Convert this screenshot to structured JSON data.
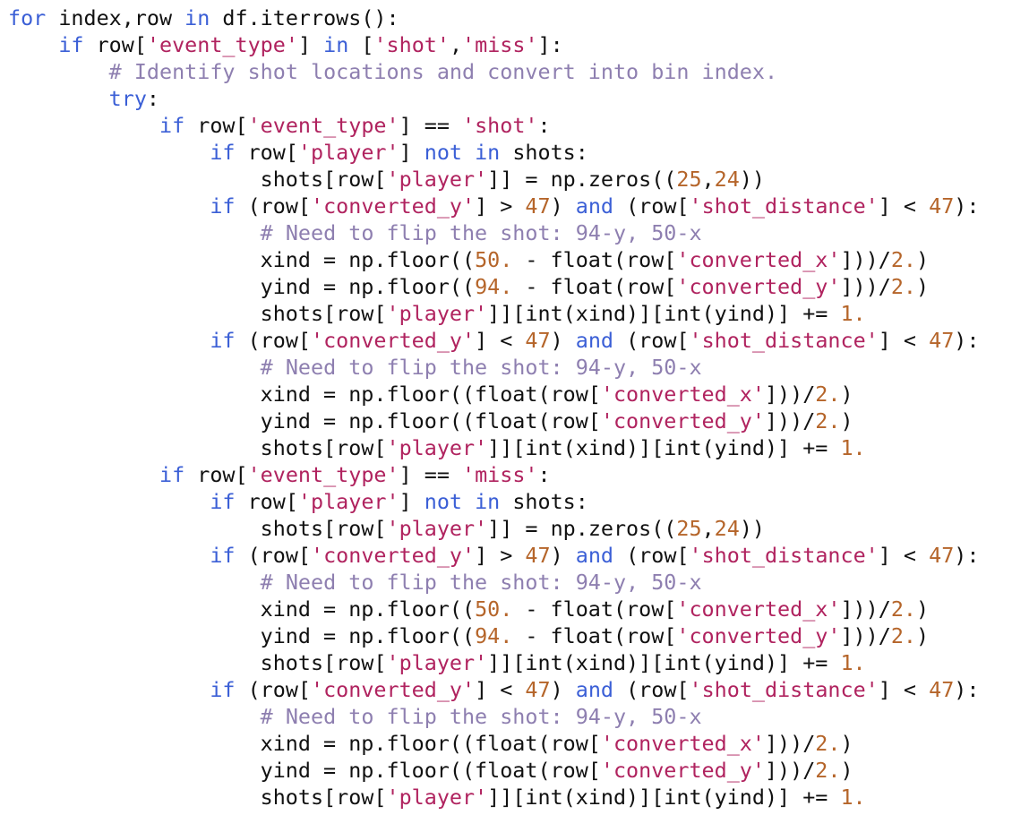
{
  "colors": {
    "keyword": "#3b5fd6",
    "string": "#b0235f",
    "number": "#b5652a",
    "comment": "#8e7fb0",
    "text": "#111111"
  },
  "code_lines": [
    [
      [
        "k",
        "for"
      ],
      [
        "p",
        " index,row "
      ],
      [
        "k",
        "in"
      ],
      [
        "p",
        " df.iterrows():"
      ]
    ],
    [
      [
        "p",
        "    "
      ],
      [
        "k",
        "if"
      ],
      [
        "p",
        " row["
      ],
      [
        "s",
        "'event_type'"
      ],
      [
        "p",
        "] "
      ],
      [
        "k",
        "in"
      ],
      [
        "p",
        " ["
      ],
      [
        "s",
        "'shot'"
      ],
      [
        "p",
        ","
      ],
      [
        "s",
        "'miss'"
      ],
      [
        "p",
        "]:"
      ]
    ],
    [
      [
        "p",
        "        "
      ],
      [
        "c",
        "# Identify shot locations and convert into bin index."
      ]
    ],
    [
      [
        "p",
        "        "
      ],
      [
        "k",
        "try"
      ],
      [
        "p",
        ":"
      ]
    ],
    [
      [
        "p",
        "            "
      ],
      [
        "k",
        "if"
      ],
      [
        "p",
        " row["
      ],
      [
        "s",
        "'event_type'"
      ],
      [
        "p",
        "] == "
      ],
      [
        "s",
        "'shot'"
      ],
      [
        "p",
        ":"
      ]
    ],
    [
      [
        "p",
        "                "
      ],
      [
        "k",
        "if"
      ],
      [
        "p",
        " row["
      ],
      [
        "s",
        "'player'"
      ],
      [
        "p",
        "] "
      ],
      [
        "k",
        "not in"
      ],
      [
        "p",
        " shots:"
      ]
    ],
    [
      [
        "p",
        "                    shots[row["
      ],
      [
        "s",
        "'player'"
      ],
      [
        "p",
        "]] = np.zeros(("
      ],
      [
        "n",
        "25"
      ],
      [
        "p",
        ","
      ],
      [
        "n",
        "24"
      ],
      [
        "p",
        "))"
      ]
    ],
    [
      [
        "p",
        "                "
      ],
      [
        "k",
        "if"
      ],
      [
        "p",
        " (row["
      ],
      [
        "s",
        "'converted_y'"
      ],
      [
        "p",
        "] > "
      ],
      [
        "n",
        "47"
      ],
      [
        "p",
        ") "
      ],
      [
        "k",
        "and"
      ],
      [
        "p",
        " (row["
      ],
      [
        "s",
        "'shot_distance'"
      ],
      [
        "p",
        "] < "
      ],
      [
        "n",
        "47"
      ],
      [
        "p",
        "):"
      ]
    ],
    [
      [
        "p",
        "                    "
      ],
      [
        "c",
        "# Need to flip the shot: 94-y, 50-x"
      ]
    ],
    [
      [
        "p",
        "                    xind = np.floor(("
      ],
      [
        "n",
        "50."
      ],
      [
        "p",
        " - float(row["
      ],
      [
        "s",
        "'converted_x'"
      ],
      [
        "p",
        "]))/"
      ],
      [
        "n",
        "2."
      ],
      [
        "p",
        ")"
      ]
    ],
    [
      [
        "p",
        "                    yind = np.floor(("
      ],
      [
        "n",
        "94."
      ],
      [
        "p",
        " - float(row["
      ],
      [
        "s",
        "'converted_y'"
      ],
      [
        "p",
        "]))/"
      ],
      [
        "n",
        "2."
      ],
      [
        "p",
        ")"
      ]
    ],
    [
      [
        "p",
        "                    shots[row["
      ],
      [
        "s",
        "'player'"
      ],
      [
        "p",
        "]][int(xind)][int(yind)] += "
      ],
      [
        "n",
        "1."
      ]
    ],
    [
      [
        "p",
        "                "
      ],
      [
        "k",
        "if"
      ],
      [
        "p",
        " (row["
      ],
      [
        "s",
        "'converted_y'"
      ],
      [
        "p",
        "] < "
      ],
      [
        "n",
        "47"
      ],
      [
        "p",
        ") "
      ],
      [
        "k",
        "and"
      ],
      [
        "p",
        " (row["
      ],
      [
        "s",
        "'shot_distance'"
      ],
      [
        "p",
        "] < "
      ],
      [
        "n",
        "47"
      ],
      [
        "p",
        "):"
      ]
    ],
    [
      [
        "p",
        "                    "
      ],
      [
        "c",
        "# Need to flip the shot: 94-y, 50-x"
      ]
    ],
    [
      [
        "p",
        "                    xind = np.floor((float(row["
      ],
      [
        "s",
        "'converted_x'"
      ],
      [
        "p",
        "]))/"
      ],
      [
        "n",
        "2."
      ],
      [
        "p",
        ")"
      ]
    ],
    [
      [
        "p",
        "                    yind = np.floor((float(row["
      ],
      [
        "s",
        "'converted_y'"
      ],
      [
        "p",
        "]))/"
      ],
      [
        "n",
        "2."
      ],
      [
        "p",
        ")"
      ]
    ],
    [
      [
        "p",
        "                    shots[row["
      ],
      [
        "s",
        "'player'"
      ],
      [
        "p",
        "]][int(xind)][int(yind)] += "
      ],
      [
        "n",
        "1."
      ]
    ],
    [
      [
        "p",
        "            "
      ],
      [
        "k",
        "if"
      ],
      [
        "p",
        " row["
      ],
      [
        "s",
        "'event_type'"
      ],
      [
        "p",
        "] == "
      ],
      [
        "s",
        "'miss'"
      ],
      [
        "p",
        ":"
      ]
    ],
    [
      [
        "p",
        "                "
      ],
      [
        "k",
        "if"
      ],
      [
        "p",
        " row["
      ],
      [
        "s",
        "'player'"
      ],
      [
        "p",
        "] "
      ],
      [
        "k",
        "not in"
      ],
      [
        "p",
        " shots:"
      ]
    ],
    [
      [
        "p",
        "                    shots[row["
      ],
      [
        "s",
        "'player'"
      ],
      [
        "p",
        "]] = np.zeros(("
      ],
      [
        "n",
        "25"
      ],
      [
        "p",
        ","
      ],
      [
        "n",
        "24"
      ],
      [
        "p",
        "))"
      ]
    ],
    [
      [
        "p",
        "                "
      ],
      [
        "k",
        "if"
      ],
      [
        "p",
        " (row["
      ],
      [
        "s",
        "'converted_y'"
      ],
      [
        "p",
        "] > "
      ],
      [
        "n",
        "47"
      ],
      [
        "p",
        ") "
      ],
      [
        "k",
        "and"
      ],
      [
        "p",
        " (row["
      ],
      [
        "s",
        "'shot_distance'"
      ],
      [
        "p",
        "] < "
      ],
      [
        "n",
        "47"
      ],
      [
        "p",
        "):"
      ]
    ],
    [
      [
        "p",
        "                    "
      ],
      [
        "c",
        "# Need to flip the shot: 94-y, 50-x"
      ]
    ],
    [
      [
        "p",
        "                    xind = np.floor(("
      ],
      [
        "n",
        "50."
      ],
      [
        "p",
        " - float(row["
      ],
      [
        "s",
        "'converted_x'"
      ],
      [
        "p",
        "]))/"
      ],
      [
        "n",
        "2."
      ],
      [
        "p",
        ")"
      ]
    ],
    [
      [
        "p",
        "                    yind = np.floor(("
      ],
      [
        "n",
        "94."
      ],
      [
        "p",
        " - float(row["
      ],
      [
        "s",
        "'converted_y'"
      ],
      [
        "p",
        "]))/"
      ],
      [
        "n",
        "2."
      ],
      [
        "p",
        ")"
      ]
    ],
    [
      [
        "p",
        "                    shots[row["
      ],
      [
        "s",
        "'player'"
      ],
      [
        "p",
        "]][int(xind)][int(yind)] += "
      ],
      [
        "n",
        "1."
      ]
    ],
    [
      [
        "p",
        "                "
      ],
      [
        "k",
        "if"
      ],
      [
        "p",
        " (row["
      ],
      [
        "s",
        "'converted_y'"
      ],
      [
        "p",
        "] < "
      ],
      [
        "n",
        "47"
      ],
      [
        "p",
        ") "
      ],
      [
        "k",
        "and"
      ],
      [
        "p",
        " (row["
      ],
      [
        "s",
        "'shot_distance'"
      ],
      [
        "p",
        "] < "
      ],
      [
        "n",
        "47"
      ],
      [
        "p",
        "):"
      ]
    ],
    [
      [
        "p",
        "                    "
      ],
      [
        "c",
        "# Need to flip the shot: 94-y, 50-x"
      ]
    ],
    [
      [
        "p",
        "                    xind = np.floor((float(row["
      ],
      [
        "s",
        "'converted_x'"
      ],
      [
        "p",
        "]))/"
      ],
      [
        "n",
        "2."
      ],
      [
        "p",
        ")"
      ]
    ],
    [
      [
        "p",
        "                    yind = np.floor((float(row["
      ],
      [
        "s",
        "'converted_y'"
      ],
      [
        "p",
        "]))/"
      ],
      [
        "n",
        "2."
      ],
      [
        "p",
        ")"
      ]
    ],
    [
      [
        "p",
        "                    shots[row["
      ],
      [
        "s",
        "'player'"
      ],
      [
        "p",
        "]][int(xind)][int(yind)] += "
      ],
      [
        "n",
        "1."
      ]
    ]
  ]
}
